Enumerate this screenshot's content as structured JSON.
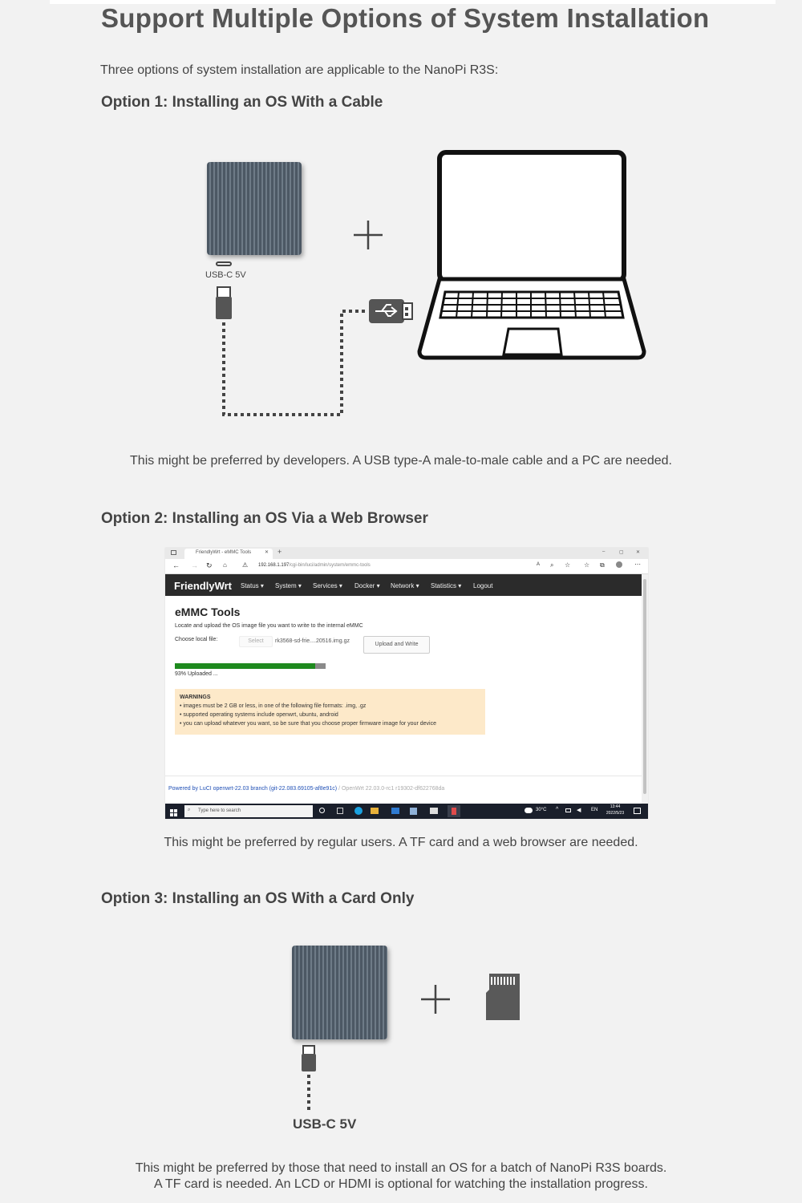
{
  "title": "Support Multiple Options of System Installation",
  "intro": "Three options of system installation are applicable to the NanoPi R3S:",
  "option1": {
    "heading": "Option 1: Installing an OS With a Cable",
    "port_label": "USB-C 5V",
    "caption": "This might be preferred by developers. A USB type-A male-to-male cable and a PC are needed."
  },
  "option2": {
    "heading": "Option 2: Installing an OS Via a Web Browser",
    "caption": "This might be preferred by regular users. A TF card and a web browser are needed.",
    "browser": {
      "tab_title": "FriendlyWrt - eMMC Tools",
      "url_host": "192.168.1.197",
      "url_path": "/cgi-bin/luci/admin/system/emmc-tools",
      "brand": "FriendlyWrt",
      "menu": [
        "Status ▾",
        "System ▾",
        "Services ▾",
        "Docker ▾",
        "Network ▾",
        "Statistics ▾",
        "Logout"
      ],
      "heading": "eMMC Tools",
      "description": "Locate and upload the OS image file you want to write to the internal eMMC",
      "choose_label": "Choose local file:",
      "select_btn": "Select",
      "file_name": "rk3568-sd-frie....20516.img.gz",
      "upload_btn": "Upload and Write",
      "progress": 0.93,
      "progress_text": "93% Uploaded ...",
      "warnings_title": "WARNINGS",
      "warnings": [
        "• images must be 2 GB or less, in one of the following file formats: .img, .gz",
        "• supported operating systems include openwrt, ubuntu, android",
        "• you can upload whatever you want, so be sure that you choose proper firmware image for your device"
      ],
      "footer_link": "Powered by LuCI openwrt-22.03 branch (git-22.083.69105-af8e91c)",
      "footer_rest": " / OpenWrt 22.03.0-rc1 r19302-df622768da",
      "search_placeholder": "Type here to search",
      "weather": "30°C",
      "lang": "EN",
      "time": "13:44",
      "date": "2022/5/23"
    }
  },
  "option3": {
    "heading": "Option 3: Installing an OS With a Card Only",
    "port_label": "USB-C 5V",
    "caption_line1": "This might be preferred by those that need to install an OS for a batch of NanoPi R3S boards.",
    "caption_line2": "A TF card is needed. An LCD or HDMI is optional for watching the installation progress."
  }
}
